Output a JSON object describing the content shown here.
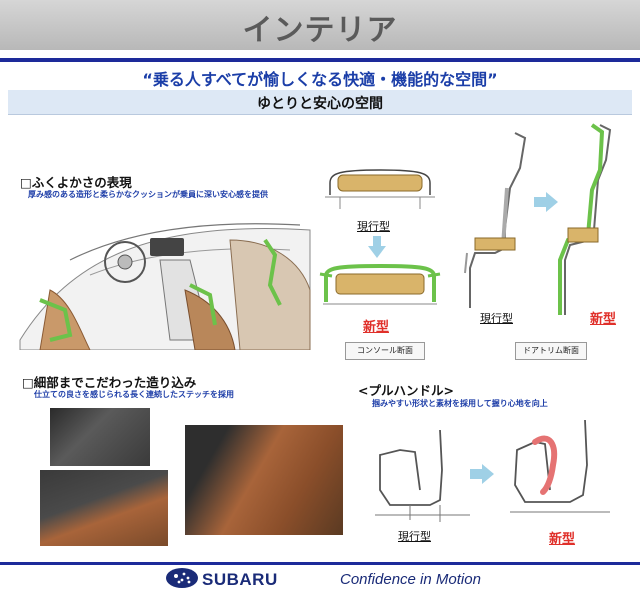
{
  "header": {
    "title": "インテリア"
  },
  "slogan": "“乗る人すべてが愉しくなる快適・機能的な空間”",
  "section_title": "ゆとりと安心の空間",
  "feature1": {
    "heading": "□ふくよかさの表現",
    "note": "厚み感のある造形と柔らかなクッションが乗員に深い安心感を提供"
  },
  "console": {
    "current_label": "現行型",
    "new_label": "新型",
    "caption": "コンソール断面"
  },
  "door": {
    "current_label": "現行型",
    "new_label": "新型",
    "caption": "ドアトリム断面"
  },
  "feature2": {
    "heading": "□細部までこだわった造り込み",
    "note": "仕立ての良さを感じられる長く連続したステッチを採用"
  },
  "pull_handle": {
    "heading": "<プルハンドル>",
    "note": "掴みやすい形状と素材を採用して握り心地を向上",
    "current_label": "現行型",
    "new_label": "新型"
  },
  "footer": {
    "brand": "SUBARU",
    "tagline": "Confidence in Motion"
  },
  "colors": {
    "accent_blue": "#1d2a9a",
    "new_red": "#e0302a",
    "highlight_green": "#6cc24a",
    "cushion_tan": "#d9b46a",
    "leather_brown": "#a8643a"
  }
}
